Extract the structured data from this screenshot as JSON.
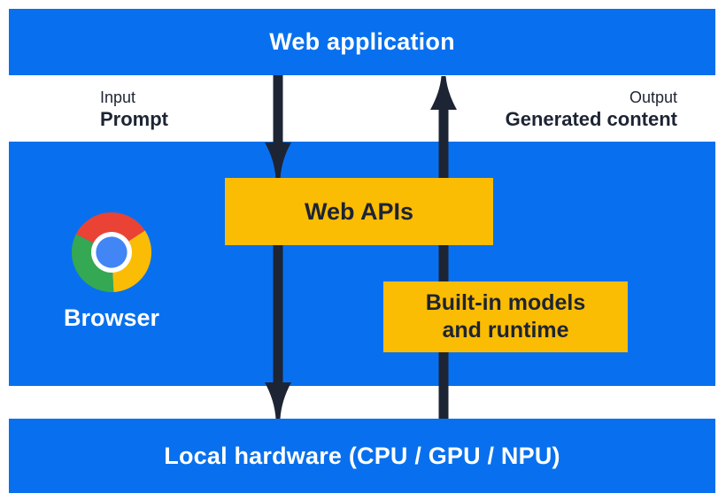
{
  "colors": {
    "blue": "#0870ee",
    "yellow": "#fbbc04",
    "navy": "#1d2433",
    "textWhite": "#ffffff",
    "chromeRed": "#ea4335",
    "chromeGreen": "#34a853",
    "chromeYellow": "#fbbc05",
    "chromeBlue": "#4285f4"
  },
  "top_bar": {
    "label": "Web application"
  },
  "flow_labels": {
    "input": {
      "line1": "Input",
      "line2": "Prompt"
    },
    "output": {
      "line1": "Output",
      "line2": "Generated content"
    }
  },
  "browser_section": {
    "browser_label": "Browser",
    "web_apis_box": {
      "label": "Web APIs"
    },
    "builtin_box": {
      "line1": "Built-in models",
      "line2": "and runtime"
    }
  },
  "bottom_bar": {
    "label": "Local hardware (CPU / GPU / NPU)"
  }
}
